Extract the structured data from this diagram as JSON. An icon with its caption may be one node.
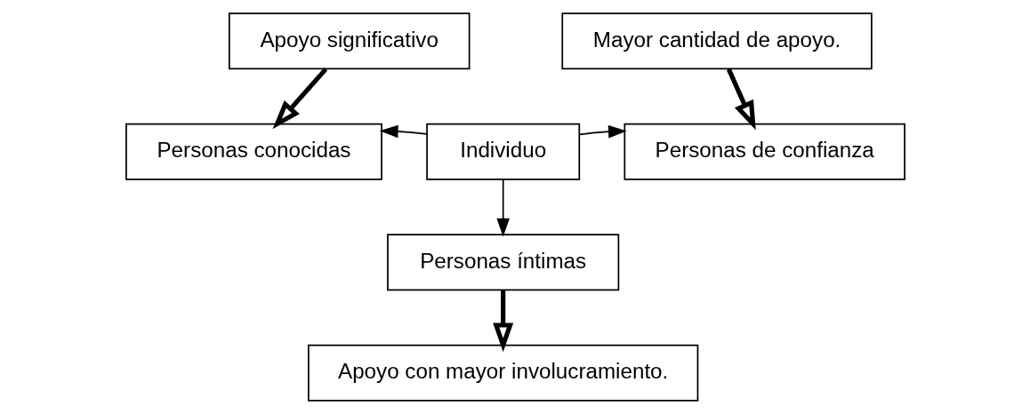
{
  "diagram": {
    "nodes": [
      {
        "text": [
          "Apoyo significativo"
        ]
      },
      {
        "text": [
          "Mayor cantidad de apoyo."
        ]
      },
      {
        "text": [
          "Personas conocidas"
        ]
      },
      {
        "text": [
          "Individuo"
        ]
      },
      {
        "text": [
          "Personas de confianza"
        ]
      },
      {
        "text": [
          "Personas íntimas"
        ]
      },
      {
        "text": [
          "Apoyo con mayor involucramiento."
        ]
      }
    ],
    "edges": [
      {
        "from": 0,
        "to": 2,
        "arrow": "to",
        "style": "thick"
      },
      {
        "from": 1,
        "to": 4,
        "arrow": "to",
        "style": "thick"
      },
      {
        "from": 3,
        "to": 2,
        "arrow": "to"
      },
      {
        "from": 3,
        "to": 4,
        "arrow": "to"
      },
      {
        "from": 3,
        "to": 5,
        "arrow": "to"
      },
      {
        "from": 5,
        "to": 6,
        "arrow": "to",
        "style": "thick"
      }
    ]
  }
}
